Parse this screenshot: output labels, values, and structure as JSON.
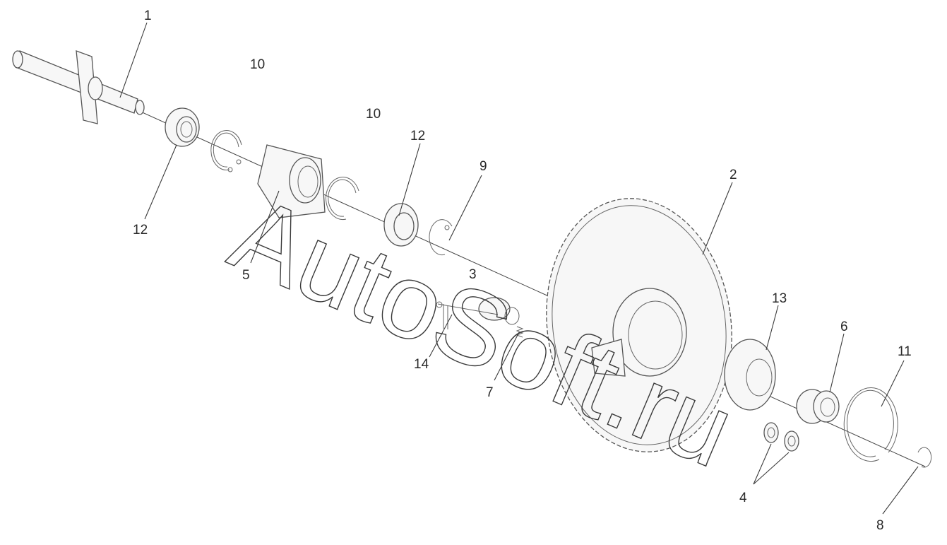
{
  "watermark": "AutoSoft.ru",
  "callouts": {
    "c1": "1",
    "c10a": "10",
    "c10b": "10",
    "c12a": "12",
    "c12b": "12",
    "c9": "9",
    "c2": "2",
    "c5": "5",
    "c3": "3",
    "c14": "14",
    "c7": "7",
    "c13": "13",
    "c6": "6",
    "c11": "11",
    "c4": "4",
    "c8": "8"
  }
}
